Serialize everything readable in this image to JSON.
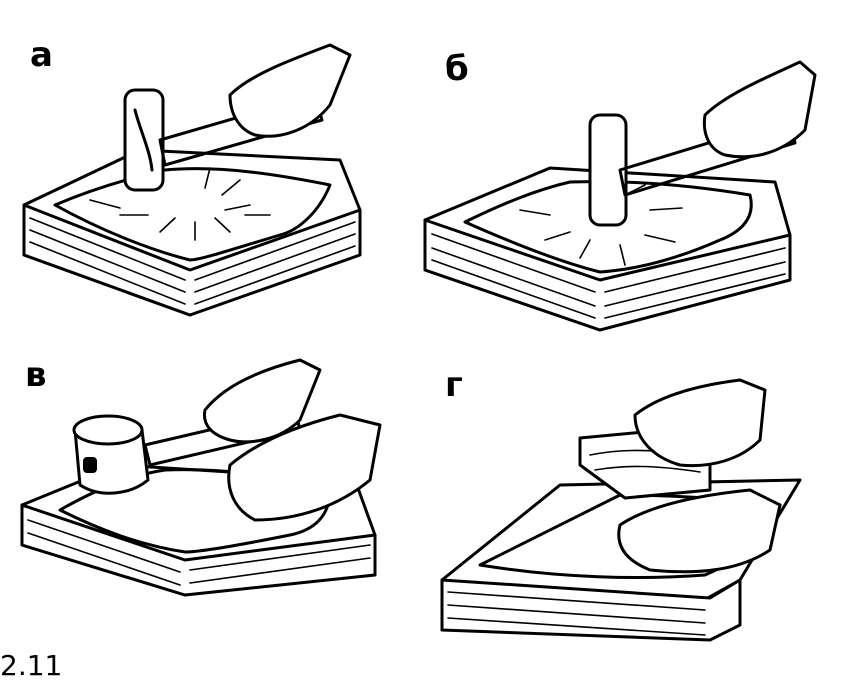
{
  "panels": [
    {
      "label": "а",
      "hammer": "hammer-icon"
    },
    {
      "label": "б",
      "hammer": "hammer-icon"
    },
    {
      "label": "в",
      "hammer": "mallet-icon"
    },
    {
      "label": "г",
      "hammer": "wooden-block-icon"
    }
  ],
  "caption": "2.11"
}
